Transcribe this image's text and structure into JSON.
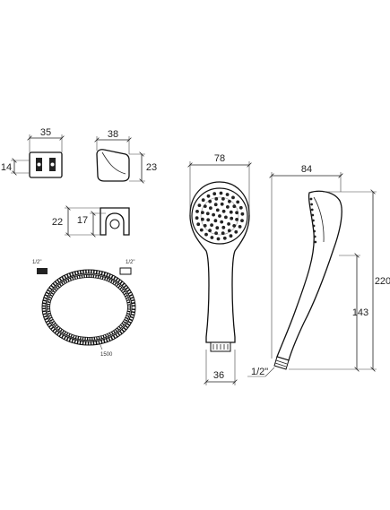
{
  "dimensions": {
    "wall_bracket_width": "35",
    "wall_bracket_height": "14",
    "holder_width": "38",
    "holder_height": "23",
    "holder_front_outer": "22",
    "holder_front_inner": "17",
    "hose_length": "1500",
    "hose_thread_left": "1/2\"",
    "hose_thread_right": "1/2\"",
    "head_width": "78",
    "head_connector": "36",
    "side_depth": "84",
    "total_length": "220",
    "handle_length": "143",
    "side_thread": "1/2\""
  }
}
